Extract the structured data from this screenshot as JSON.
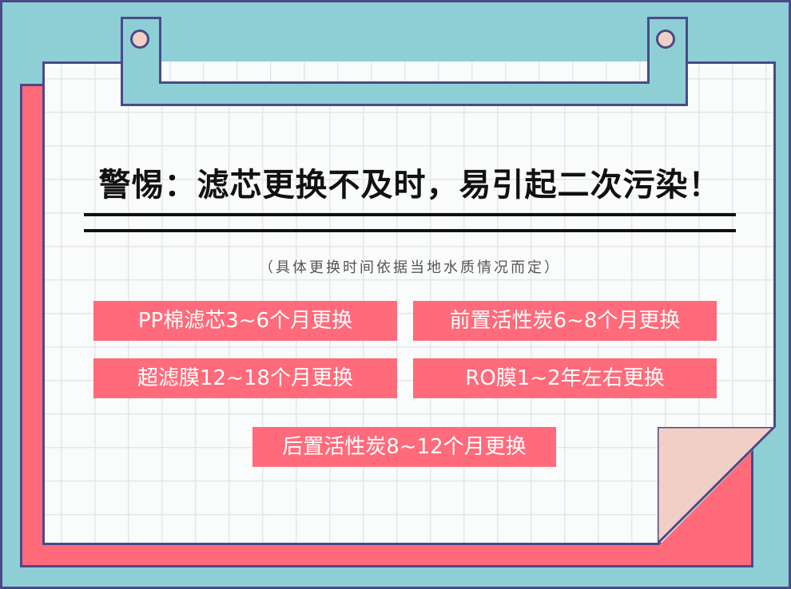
{
  "poster": {
    "title": "警惕：滤芯更换不及时，易引起二次污染！",
    "subtitle": "（具体更换时间依据当地水质情况而定）",
    "tags": [
      "PP棉滤芯3~6个月更换",
      "前置活性炭6~8个月更换",
      "超滤膜12~18个月更换",
      "RO膜1~2年左右更换",
      "后置活性炭8~12个月更换"
    ]
  },
  "colors": {
    "background": "#8ecfd5",
    "accent_red": "#ff6b7a",
    "outline": "#4a4a8a",
    "fold": "#f2cfc5",
    "paper": "#fafbfb"
  }
}
